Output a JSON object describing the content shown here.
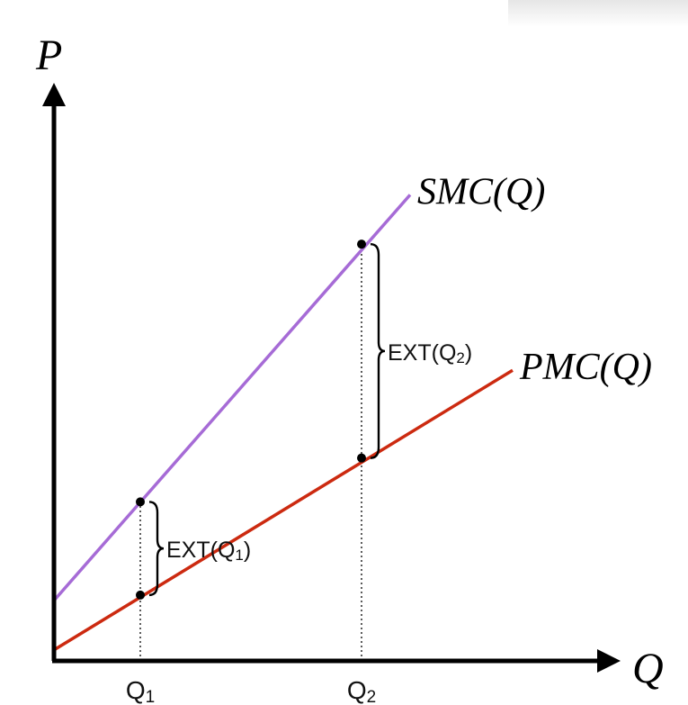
{
  "chart_data": {
    "type": "line",
    "title": "",
    "xlabel": "Q",
    "ylabel": "P",
    "xlim": [
      0,
      10
    ],
    "ylim": [
      0,
      10
    ],
    "grid": false,
    "series": [
      {
        "name": "SMC(Q)",
        "color": "#a66bd6",
        "x": [
          0,
          6.6
        ],
        "y": [
          1.1,
          8.5
        ]
      },
      {
        "name": "PMC(Q)",
        "color": "#cc2a10",
        "x": [
          0,
          8.5
        ],
        "y": [
          0.2,
          5.3
        ]
      }
    ],
    "points": [
      {
        "x": 1.6,
        "y": 2.9
      },
      {
        "x": 1.6,
        "y": 1.2
      },
      {
        "x": 5.7,
        "y": 7.6
      },
      {
        "x": 5.7,
        "y": 3.7
      }
    ],
    "ticks": [
      {
        "x": 1.6,
        "base": "Q",
        "sub": "1"
      },
      {
        "x": 5.7,
        "base": "Q",
        "sub": "2"
      }
    ],
    "annotations": [
      {
        "base": "EXT(Q",
        "sub": "1",
        "tail": ")",
        "x": 1.6,
        "y_top": 2.9,
        "y_bottom": 1.2
      },
      {
        "base": "EXT(Q",
        "sub": "2",
        "tail": ")",
        "x": 5.7,
        "y_top": 7.6,
        "y_bottom": 3.7
      }
    ],
    "axis_color": "#000000"
  }
}
